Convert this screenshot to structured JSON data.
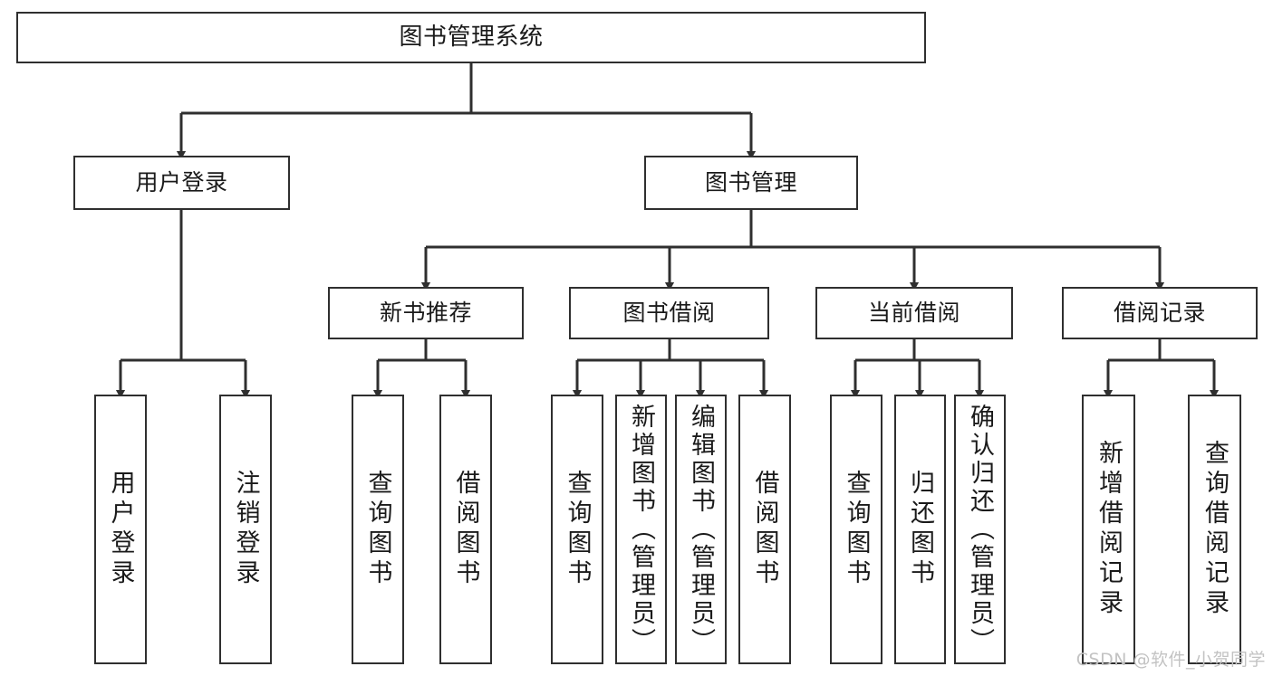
{
  "diagram": {
    "title": "图书管理系统",
    "type": "tree-hierarchy",
    "orientation": "top-down",
    "colors": {
      "box_border": "#2f2f2f",
      "box_fill": "#ffffff",
      "edge": "#2f2f2f",
      "text": "#1a1a1a",
      "watermark": "#c3c3c3",
      "background": "#ffffff"
    }
  },
  "nodes": {
    "root": {
      "label": "图书管理系统"
    },
    "level2": [
      {
        "label": "用户登录"
      },
      {
        "label": "图书管理"
      }
    ],
    "level3": [
      {
        "label": "新书推荐"
      },
      {
        "label": "图书借阅"
      },
      {
        "label": "当前借阅"
      },
      {
        "label": "借阅记录"
      }
    ],
    "leaves_user_login": [
      {
        "label": "用户登录"
      },
      {
        "label": "注销登录"
      }
    ],
    "leaves_new_book": [
      {
        "label": "查询图书"
      },
      {
        "label": "借阅图书"
      }
    ],
    "leaves_borrow": [
      {
        "label": "查询图书"
      },
      {
        "label": "新增图书（管理员）"
      },
      {
        "label": "编辑图书（管理员）"
      },
      {
        "label": "借阅图书"
      }
    ],
    "leaves_current": [
      {
        "label": "查询图书"
      },
      {
        "label": "归还图书"
      },
      {
        "label": "确认归还（管理员）"
      }
    ],
    "leaves_record": [
      {
        "label": "新增借阅记录"
      },
      {
        "label": "查询借阅记录"
      }
    ]
  },
  "watermark": {
    "text": "CSDN @软件_小贺同学"
  }
}
